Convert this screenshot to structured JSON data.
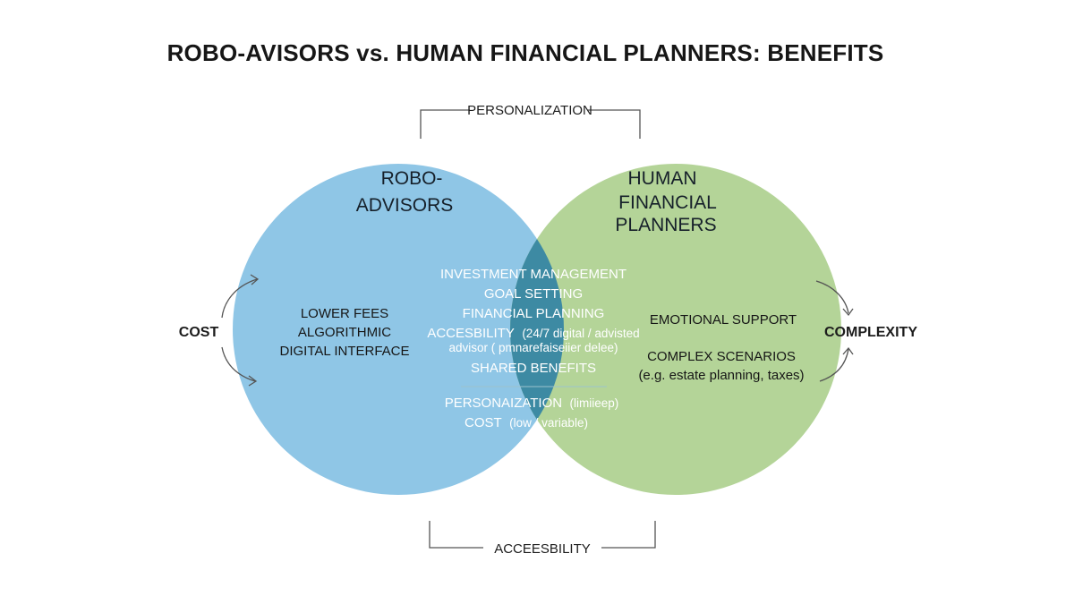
{
  "title": "ROBO-AVISORS vs. HUMAN FINANCIAL PLANNERS: BENEFITS",
  "colors": {
    "robo_circle": "#8fc6e6",
    "human_circle": "#b4d498",
    "overlap": "#3d8aa3",
    "divider": "#9cc3cc"
  },
  "top_label": "PERSONALIZATION",
  "bottom_label": "ACCEESBILITY",
  "left_label": "COST",
  "right_label": "COMPLEXITY",
  "robo": {
    "title_lines": [
      "ROBO-",
      "ADVISORS"
    ],
    "items": [
      "LOWER FEES",
      "ALGORITHMIC",
      "DIGITAL INTERFACE"
    ]
  },
  "human": {
    "title_lines": [
      "HUMAN",
      "FINANCIAL",
      "PLANNERS"
    ],
    "items": [
      "EMOTIONAL SUPPORT",
      "COMPLEX SCENARIOS",
      "(e.g. estate planning, taxes)"
    ]
  },
  "overlap": {
    "items": [
      "INVESTMENT MANAGEMENT",
      "GOAL SETTING",
      "FINANCIAL PLANNING"
    ],
    "accessibility_label": "ACCESBILITY",
    "accessibility_detail": "(24/7 digital / advisted",
    "accessibility_line2": "advisor ( pmnarefaiseiier delee)",
    "shared_label": "SHARED BENEFITS",
    "personalization_label": "PERSONAIZATION",
    "personalization_detail": "(limiieep)",
    "cost_label": "COST",
    "cost_detail": "(low / variable)"
  },
  "icons": {
    "left_arrows": "curved-arrows-icon",
    "right_arrows": "curved-arrows-icon"
  }
}
